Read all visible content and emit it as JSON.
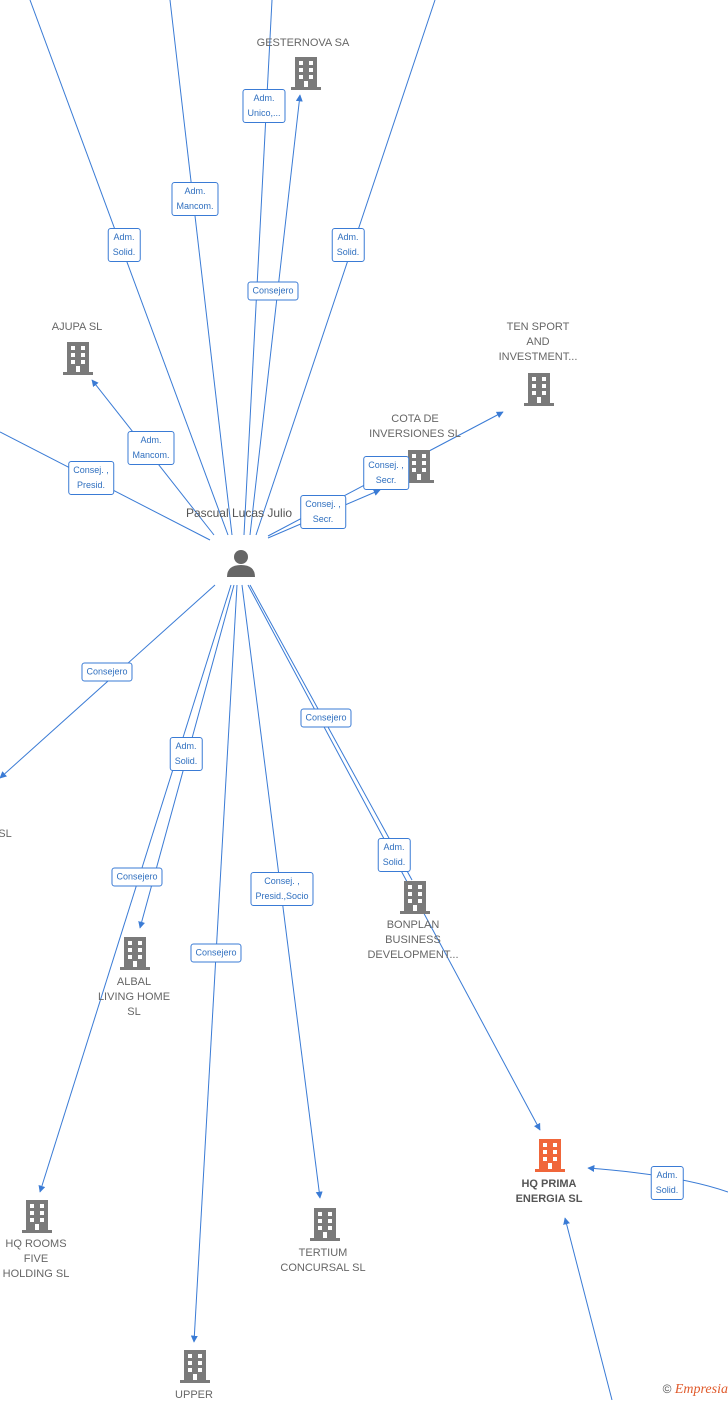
{
  "person": {
    "name_line1": "Pascual",
    "name_line2": "Lucas Julio"
  },
  "companies": {
    "gesternova": [
      "GESTERNOVA SA"
    ],
    "ajupa": [
      "AJUPA SL"
    ],
    "ten_sport": [
      "TEN SPORT",
      "AND",
      "INVESTMENT..."
    ],
    "cota": [
      "COTA DE",
      "INVERSIONES SL"
    ],
    "left_sl": [
      "SL"
    ],
    "bonplan": [
      "BONPLAN",
      "BUSINESS",
      "DEVELOPMENT..."
    ],
    "albal": [
      "ALBAL",
      "LIVING HOME",
      "SL"
    ],
    "hq_prima": [
      "HQ PRIMA",
      "ENERGIA  SL"
    ],
    "hq_rooms": [
      "HQ ROOMS",
      "FIVE",
      "HOLDING  SL"
    ],
    "tertium": [
      "TERTIUM",
      "CONCURSAL  SL"
    ],
    "upper": [
      "UPPER"
    ]
  },
  "edge_labels": {
    "adm_unico": [
      "Adm.",
      "Unico,..."
    ],
    "adm_mancom_top": [
      "Adm.",
      "Mancom."
    ],
    "adm_solid_left": [
      "Adm.",
      "Solid."
    ],
    "adm_solid_right": [
      "Adm.",
      "Solid."
    ],
    "consejero_top": [
      "Consejero"
    ],
    "adm_mancom_ajupa": [
      "Adm.",
      "Mancom."
    ],
    "consej_presid": [
      "Consej. ,",
      "Presid."
    ],
    "consej_secr_cota": [
      "Consej. ,",
      "Secr."
    ],
    "consej_secr_ten": [
      "Consej. ,",
      "Secr."
    ],
    "consejero_left": [
      "Consejero"
    ],
    "adm_solid_albal": [
      "Adm.",
      "Solid."
    ],
    "consejero_bonplan": [
      "Consejero"
    ],
    "adm_solid_bonplan": [
      "Adm.",
      "Solid."
    ],
    "consejero_hqrooms": [
      "Consejero"
    ],
    "consej_presid_socio": [
      "Consej. ,",
      "Presid.,Socio"
    ],
    "consejero_upper": [
      "Consejero"
    ],
    "adm_solid_hqprima": [
      "Adm.",
      "Solid."
    ]
  },
  "footer": {
    "copyright": "©",
    "brand": "Empresia"
  },
  "colors": {
    "edge": "#3a7bd5",
    "building": "#7a7a7a",
    "highlight": "#f0663a",
    "person": "#666666"
  }
}
